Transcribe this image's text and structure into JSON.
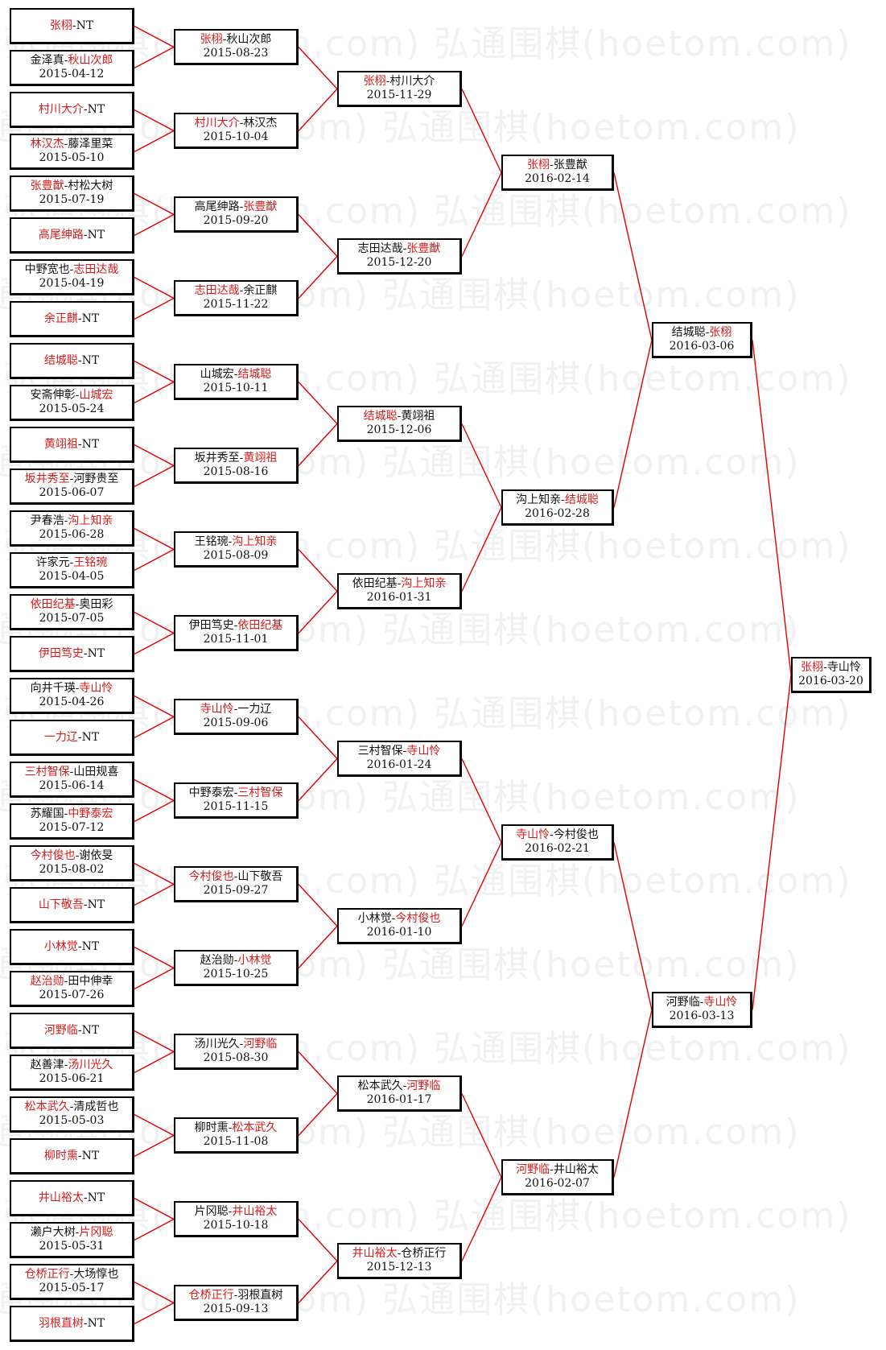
{
  "watermark_text": "弘通围棋(hoetom.com)",
  "colors": {
    "winner": "#d81a1a",
    "text": "#111111",
    "line": "#e00000",
    "border": "#000000"
  },
  "rounds": [
    [
      {
        "p1": "张栩",
        "p2": "NT",
        "date": "",
        "winner": 1
      },
      {
        "p1": "金泽真",
        "p2": "秋山次郎",
        "date": "2015-04-12",
        "winner": 2
      },
      {
        "p1": "村川大介",
        "p2": "NT",
        "date": "",
        "winner": 1
      },
      {
        "p1": "林汉杰",
        "p2": "藤泽里菜",
        "date": "2015-05-10",
        "winner": 1
      },
      {
        "p1": "张豊猷",
        "p2": "村松大树",
        "date": "2015-07-19",
        "winner": 1
      },
      {
        "p1": "高尾绅路",
        "p2": "NT",
        "date": "",
        "winner": 1
      },
      {
        "p1": "中野宽也",
        "p2": "志田达哉",
        "date": "2015-04-19",
        "winner": 2
      },
      {
        "p1": "余正麒",
        "p2": "NT",
        "date": "",
        "winner": 1
      },
      {
        "p1": "结城聪",
        "p2": "NT",
        "date": "",
        "winner": 1
      },
      {
        "p1": "安斋伸彰",
        "p2": "山城宏",
        "date": "2015-05-24",
        "winner": 2
      },
      {
        "p1": "黄翊祖",
        "p2": "NT",
        "date": "",
        "winner": 1
      },
      {
        "p1": "坂井秀至",
        "p2": "河野贵至",
        "date": "2015-06-07",
        "winner": 1
      },
      {
        "p1": "尹春浩",
        "p2": "沟上知亲",
        "date": "2015-06-28",
        "winner": 2
      },
      {
        "p1": "许家元",
        "p2": "王铭琬",
        "date": "2015-04-05",
        "winner": 2
      },
      {
        "p1": "依田纪基",
        "p2": "奥田彩",
        "date": "2015-07-05",
        "winner": 1
      },
      {
        "p1": "伊田笃史",
        "p2": "NT",
        "date": "",
        "winner": 1
      },
      {
        "p1": "向井千瑛",
        "p2": "寺山怜",
        "date": "2015-04-26",
        "winner": 2
      },
      {
        "p1": "一力辽",
        "p2": "NT",
        "date": "",
        "winner": 1
      },
      {
        "p1": "三村智保",
        "p2": "山田规喜",
        "date": "2015-06-14",
        "winner": 1
      },
      {
        "p1": "苏耀国",
        "p2": "中野泰宏",
        "date": "2015-07-12",
        "winner": 2
      },
      {
        "p1": "今村俊也",
        "p2": "谢依旻",
        "date": "2015-08-02",
        "winner": 1
      },
      {
        "p1": "山下敬吾",
        "p2": "NT",
        "date": "",
        "winner": 1
      },
      {
        "p1": "小林觉",
        "p2": "NT",
        "date": "",
        "winner": 1
      },
      {
        "p1": "赵治勋",
        "p2": "田中伸幸",
        "date": "2015-07-26",
        "winner": 1
      },
      {
        "p1": "河野临",
        "p2": "NT",
        "date": "",
        "winner": 1
      },
      {
        "p1": "赵善津",
        "p2": "汤川光久",
        "date": "2015-06-21",
        "winner": 2
      },
      {
        "p1": "松本武久",
        "p2": "清成哲也",
        "date": "2015-05-03",
        "winner": 1
      },
      {
        "p1": "柳时熏",
        "p2": "NT",
        "date": "",
        "winner": 1
      },
      {
        "p1": "井山裕太",
        "p2": "NT",
        "date": "",
        "winner": 1
      },
      {
        "p1": "濑户大树",
        "p2": "片冈聪",
        "date": "2015-05-31",
        "winner": 2
      },
      {
        "p1": "仓桥正行",
        "p2": "大场惇也",
        "date": "2015-05-17",
        "winner": 1
      },
      {
        "p1": "羽根直树",
        "p2": "NT",
        "date": "",
        "winner": 1
      }
    ],
    [
      {
        "p1": "张栩",
        "p2": "秋山次郎",
        "date": "2015-08-23",
        "winner": 1
      },
      {
        "p1": "村川大介",
        "p2": "林汉杰",
        "date": "2015-10-04",
        "winner": 1
      },
      {
        "p1": "高尾绅路",
        "p2": "张豊猷",
        "date": "2015-09-20",
        "winner": 2
      },
      {
        "p1": "志田达哉",
        "p2": "余正麒",
        "date": "2015-11-22",
        "winner": 1
      },
      {
        "p1": "山城宏",
        "p2": "结城聪",
        "date": "2015-10-11",
        "winner": 2
      },
      {
        "p1": "坂井秀至",
        "p2": "黄翊祖",
        "date": "2015-08-16",
        "winner": 2
      },
      {
        "p1": "王铭琬",
        "p2": "沟上知亲",
        "date": "2015-08-09",
        "winner": 2
      },
      {
        "p1": "伊田笃史",
        "p2": "依田纪基",
        "date": "2015-11-01",
        "winner": 2
      },
      {
        "p1": "寺山怜",
        "p2": "一力辽",
        "date": "2015-09-06",
        "winner": 1
      },
      {
        "p1": "中野泰宏",
        "p2": "三村智保",
        "date": "2015-11-15",
        "winner": 2
      },
      {
        "p1": "今村俊也",
        "p2": "山下敬吾",
        "date": "2015-09-27",
        "winner": 1
      },
      {
        "p1": "赵治勋",
        "p2": "小林觉",
        "date": "2015-10-25",
        "winner": 2
      },
      {
        "p1": "汤川光久",
        "p2": "河野临",
        "date": "2015-08-30",
        "winner": 2
      },
      {
        "p1": "柳时熏",
        "p2": "松本武久",
        "date": "2015-11-08",
        "winner": 2
      },
      {
        "p1": "片冈聪",
        "p2": "井山裕太",
        "date": "2015-10-18",
        "winner": 2
      },
      {
        "p1": "仓桥正行",
        "p2": "羽根直树",
        "date": "2015-09-13",
        "winner": 1
      }
    ],
    [
      {
        "p1": "张栩",
        "p2": "村川大介",
        "date": "2015-11-29",
        "winner": 1
      },
      {
        "p1": "志田达哉",
        "p2": "张豊猷",
        "date": "2015-12-20",
        "winner": 2
      },
      {
        "p1": "结城聪",
        "p2": "黄翊祖",
        "date": "2015-12-06",
        "winner": 1
      },
      {
        "p1": "依田纪基",
        "p2": "沟上知亲",
        "date": "2016-01-31",
        "winner": 2
      },
      {
        "p1": "三村智保",
        "p2": "寺山怜",
        "date": "2016-01-24",
        "winner": 2
      },
      {
        "p1": "小林觉",
        "p2": "今村俊也",
        "date": "2016-01-10",
        "winner": 2
      },
      {
        "p1": "松本武久",
        "p2": "河野临",
        "date": "2016-01-17",
        "winner": 2
      },
      {
        "p1": "井山裕太",
        "p2": "仓桥正行",
        "date": "2015-12-13",
        "winner": 1
      }
    ],
    [
      {
        "p1": "张栩",
        "p2": "张豊猷",
        "date": "2016-02-14",
        "winner": 1
      },
      {
        "p1": "沟上知亲",
        "p2": "结城聪",
        "date": "2016-02-28",
        "winner": 2
      },
      {
        "p1": "寺山怜",
        "p2": "今村俊也",
        "date": "2016-02-21",
        "winner": 1
      },
      {
        "p1": "河野临",
        "p2": "井山裕太",
        "date": "2016-02-07",
        "winner": 1
      }
    ],
    [
      {
        "p1": "结城聪",
        "p2": "张栩",
        "date": "2016-03-06",
        "winner": 2
      },
      {
        "p1": "河野临",
        "p2": "寺山怜",
        "date": "2016-03-13",
        "winner": 2
      }
    ],
    [
      {
        "p1": "张栩",
        "p2": "寺山怜",
        "date": "2016-03-20",
        "winner": 1
      }
    ]
  ]
}
